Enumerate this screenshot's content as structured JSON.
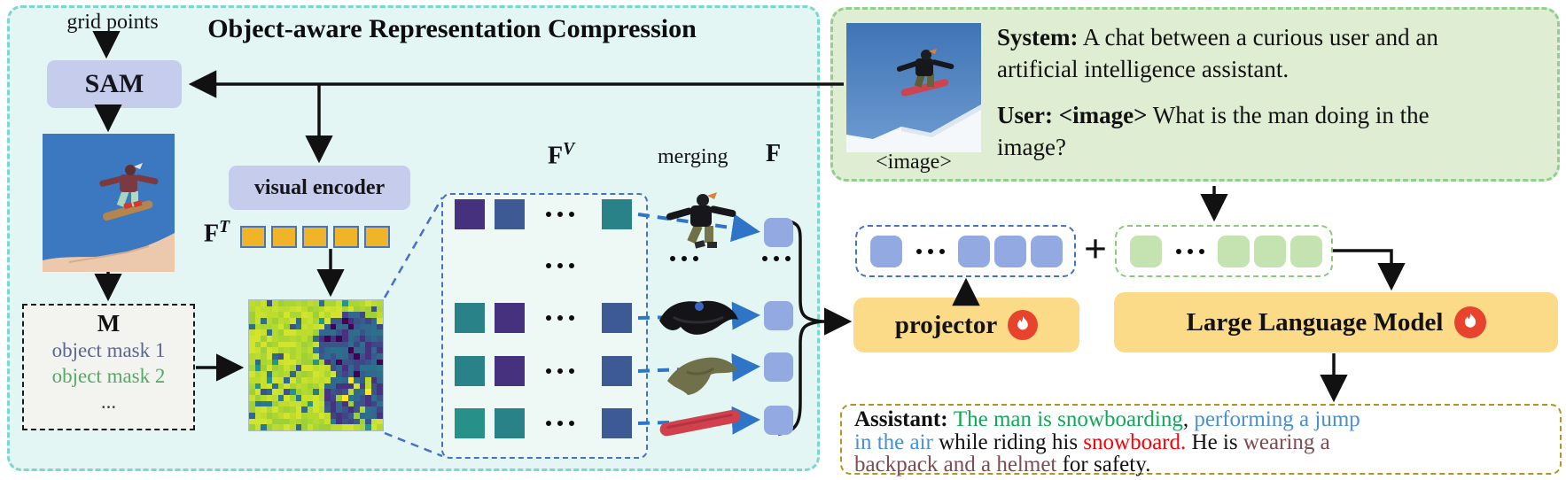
{
  "title": "Object-aware Representation Compression",
  "left": {
    "grid_points": "grid points",
    "sam": "SAM",
    "visual_encoder": "visual encoder",
    "ft": {
      "base": "F",
      "sup": "T"
    },
    "fv": {
      "base": "F",
      "sup": "V"
    },
    "merging": "merging",
    "f": "F",
    "mask_box": {
      "title": "M",
      "items": [
        {
          "t": "object mask 1",
          "c": "#5b6590"
        },
        {
          "t": "object mask 2",
          "c": "#55a868"
        },
        {
          "t": "...",
          "c": "#3c3c3c"
        }
      ]
    }
  },
  "fv_matrix": {
    "palette": {
      "purple": "#46317e",
      "blue": "#3d5a95",
      "teal": "#2a8289",
      "teal2": "#279089"
    },
    "rows": [
      {
        "cells": [
          "purple",
          "blue",
          "dots",
          "teal"
        ]
      },
      {
        "cells": [
          "",
          "",
          "dots",
          ""
        ]
      },
      {
        "cells": [
          "teal",
          "purple",
          "dots",
          "blue"
        ]
      },
      {
        "cells": [
          "teal",
          "purple",
          "dots",
          "blue"
        ]
      },
      {
        "cells": [
          "teal2",
          "teal",
          "dots",
          "blue"
        ]
      }
    ]
  },
  "tokens": {
    "visual_row": [
      "sq",
      "dots",
      "sq",
      "sq",
      "sq"
    ],
    "text_row": [
      "sq",
      "dots",
      "sq",
      "sq",
      "sq"
    ]
  },
  "plus": "+",
  "projector": "projector",
  "llm": "Large Language Model",
  "chat": {
    "image_tag": "<image>",
    "lines": [
      [
        {
          "t": "System:",
          "b": 1
        },
        {
          "t": " A chat between a curious user and an"
        }
      ],
      [
        {
          "t": "artificial intelligence assistant."
        }
      ],
      [
        {
          "t": "User: <image>",
          "b": 1
        },
        {
          "t": " What is the man doing in the"
        }
      ],
      [
        {
          "t": "image?"
        }
      ]
    ]
  },
  "assistant": {
    "lines": [
      [
        {
          "t": "Assistant: ",
          "b": 1
        },
        {
          "t": "The man is snowboarding",
          "c": "#0fa958"
        },
        {
          "t": ", "
        },
        {
          "t": "performing a jump",
          "c": "#4a8fd3"
        }
      ],
      [
        {
          "t": "in the air",
          "c": "#4a8fd3"
        },
        {
          "t": " while riding his "
        },
        {
          "t": "snowboard.",
          "c": "#fb0007"
        },
        {
          "t": " He is "
        },
        {
          "t": "wearing a",
          "c": "#7d4b52"
        }
      ],
      [
        {
          "t": "backpack and a helmet",
          "c": "#7d4b52"
        },
        {
          "t": " for safety."
        }
      ]
    ]
  },
  "colors": {
    "container_teal_border": "#7cd7cc",
    "container_bg": "#e3f6f3",
    "lavender_box": "#c6cdec",
    "token_blue": "#93a9e1",
    "token_green": "#c5e3b0",
    "token_yellow": "#f0b429",
    "yellow_box": "#fbdb88",
    "fire_red": "#e8432d",
    "dashed_blue": "#4472c4",
    "dashed_green": "#92ce8f",
    "assistant_border": "#b5941c",
    "answer_green": "#0fa958",
    "answer_blue": "#4a8fd3",
    "answer_red": "#fb0007",
    "answer_brown": "#7d4b52"
  }
}
